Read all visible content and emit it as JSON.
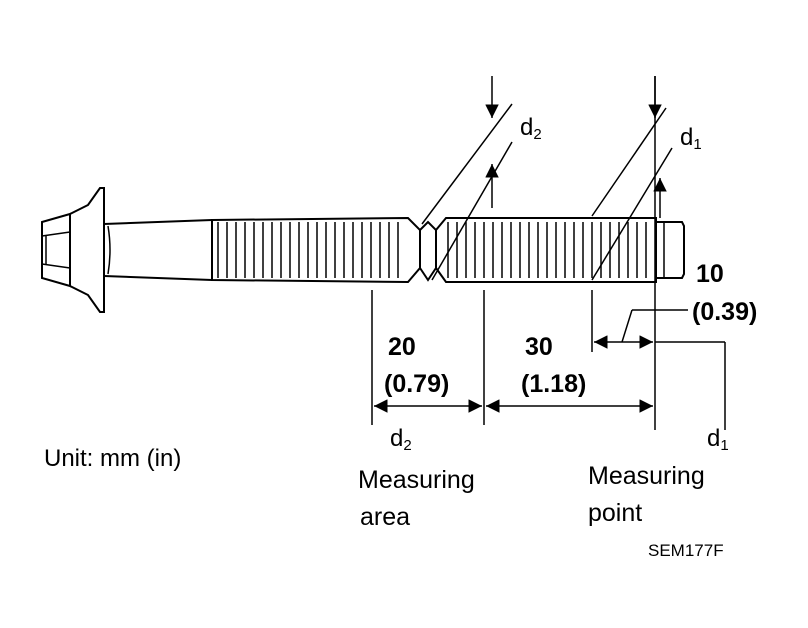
{
  "labels": {
    "d2_top": "d",
    "d2_top_sub": "2",
    "d1_top": "d",
    "d1_top_sub": "1",
    "dim_10": "10",
    "dim_10_in": "(0.39)",
    "dim_20": "20",
    "dim_20_in": "(0.79)",
    "dim_30": "30",
    "dim_30_in": "(1.18)",
    "d2_bottom": "d",
    "d2_bottom_sub": "2",
    "d1_bottom": "d",
    "d1_bottom_sub": "1",
    "unit": "Unit: mm (in)",
    "measuring_area_line1": "Measuring",
    "measuring_area_line2": "area",
    "measuring_point_line1": "Measuring",
    "measuring_point_line2": "point",
    "figure_code": "SEM177F"
  }
}
